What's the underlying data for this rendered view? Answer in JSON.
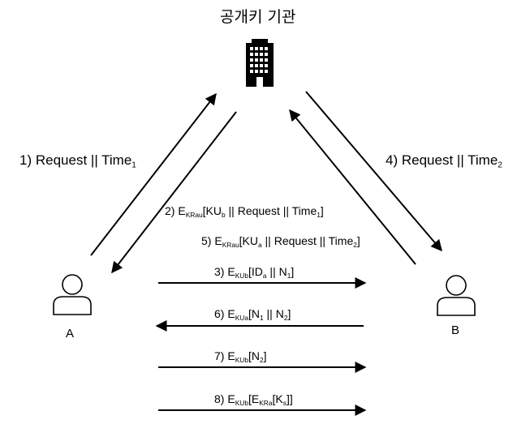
{
  "title": "공개키 기관",
  "actors": {
    "a": "A",
    "b": "B"
  },
  "labels": {
    "m1": {
      "num": "1)",
      "main": "Request || Time",
      "sub": "1"
    },
    "m4": {
      "num": "4)",
      "main": "Request || Time",
      "sub": "2"
    },
    "m2": {
      "num": "2)",
      "e": "E",
      "esub": "KRau",
      "p1": "[KU",
      "p1sub": "b",
      "p2": " || Request || Time",
      "p2sub": "1",
      "p3": "]"
    },
    "m5": {
      "num": "5)",
      "e": "E",
      "esub": "KRau",
      "p1": "[KU",
      "p1sub": "a",
      "p2": " || Request || Time",
      "p2sub": "2",
      "p3": "]"
    },
    "m3": {
      "num": "3)",
      "e": "E",
      "esub": "KUb",
      "p1": "[ID",
      "p1sub": "a",
      "p2": " || N",
      "p2sub": "1",
      "p3": "]"
    },
    "m6": {
      "num": "6)",
      "e": "E",
      "esub": "KUa",
      "p1": "[N",
      "p1sub": "1",
      "p2": " || N",
      "p2sub": "2",
      "p3": "]"
    },
    "m7": {
      "num": "7)",
      "e": "E",
      "esub": "KUb",
      "p1": "[N",
      "p1sub": "2",
      "p2": "]"
    },
    "m8": {
      "num": "8)",
      "e": "E",
      "esub": "KUb",
      "p1": "[E",
      "p1sub": "KRa",
      "p2": "[K",
      "p2sub": "s",
      "p3": "]]"
    }
  },
  "icons": [
    "building-icon",
    "person-icon"
  ],
  "colors": {
    "stroke": "#000000",
    "background": "#ffffff"
  }
}
